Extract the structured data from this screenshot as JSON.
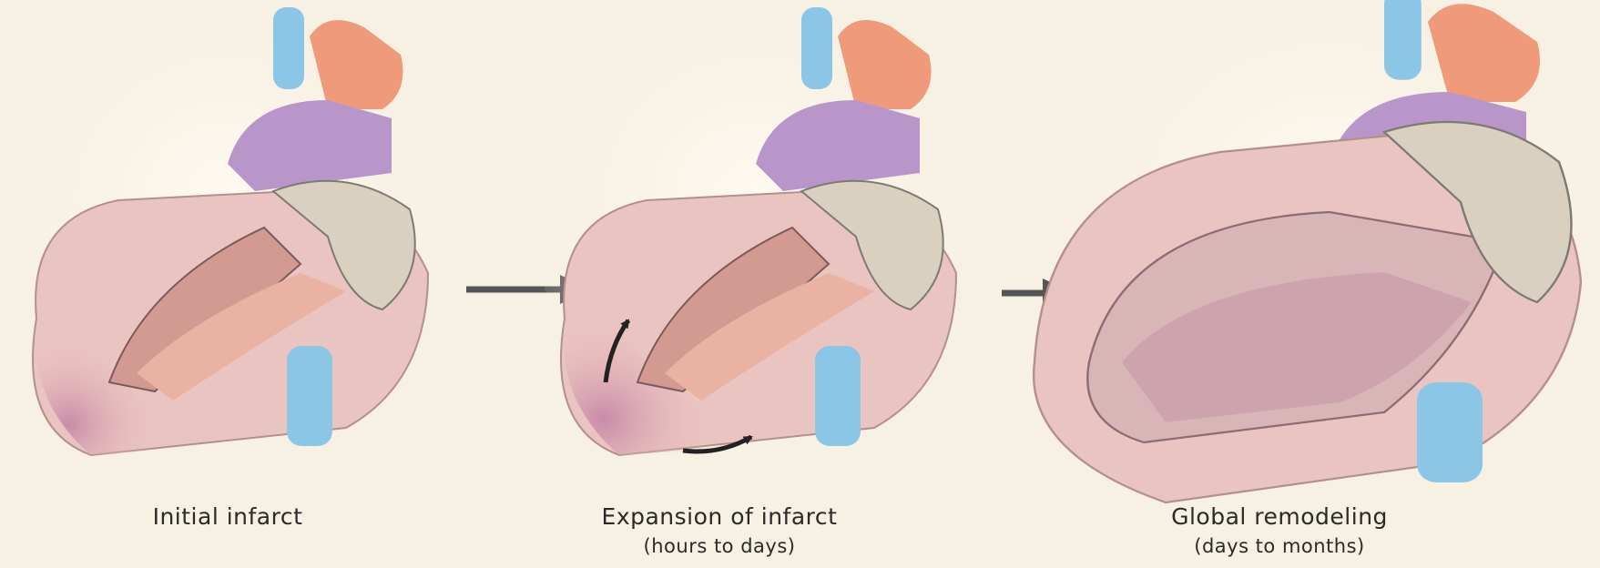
{
  "stages": [
    {
      "label": "Initial infarct",
      "sub": ""
    },
    {
      "label": "Expansion of infarct",
      "sub": "(hours to days)"
    },
    {
      "label": "Global remodeling",
      "sub": "(days to months)"
    }
  ],
  "colors": {
    "background": "#f7f1e3",
    "muscle": "#eac4c0",
    "infarct": "#c98aa8",
    "chamber": "#d39a92",
    "aorta": "#ef9a7a",
    "pulmonary": "#b996c9",
    "vein": "#8cc6e6",
    "atrium": "#d9d0c0",
    "arrow": "#555555"
  },
  "icons": [
    "heart-illustration",
    "right-arrow-icon",
    "curved-arrow-icon"
  ]
}
